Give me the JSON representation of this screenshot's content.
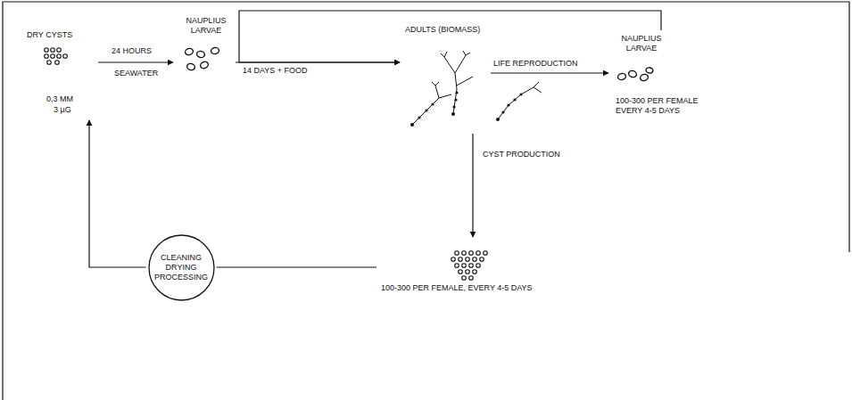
{
  "diagram": {
    "nodes": [
      {
        "text": [
          "DRY CYSTS",
          "0,3 MM",
          "3 µG"
        ]
      },
      {
        "text": [
          "NAUPLIUS LARVAE"
        ]
      },
      {
        "text": [
          "ADULTS (BIOMASS)"
        ]
      },
      {
        "text": [
          "NAUPLIUS LARVAE",
          "100-300 PER FEMALE EVERY 4-5 DAYS"
        ]
      },
      {
        "text": [
          "100-300 PER FEMALE, EVERY 4-5 DAYS"
        ]
      },
      {
        "text": [
          "CLEANING DRYING PROCESSING"
        ]
      }
    ],
    "edges": [
      {
        "from": 0,
        "to": 1,
        "arrow": "to",
        "label": "24 HOURS"
      },
      {
        "from": 1,
        "to": 2,
        "arrow": "to",
        "label": "14 DAYS + FOOD"
      },
      {
        "from": 2,
        "to": 3,
        "arrow": "to",
        "label": "LIFE REPRODUCTION"
      },
      {
        "from": 3,
        "to": 2,
        "arrow": "to"
      },
      {
        "from": 2,
        "to": 4,
        "arrow": "to",
        "label": "CYST PRODUCTION"
      },
      {
        "from": 4,
        "to": 5,
        "arrow": "none"
      },
      {
        "from": 5,
        "to": 0,
        "arrow": "to"
      }
    ],
    "labels": [
      "SEAWATER"
    ]
  }
}
